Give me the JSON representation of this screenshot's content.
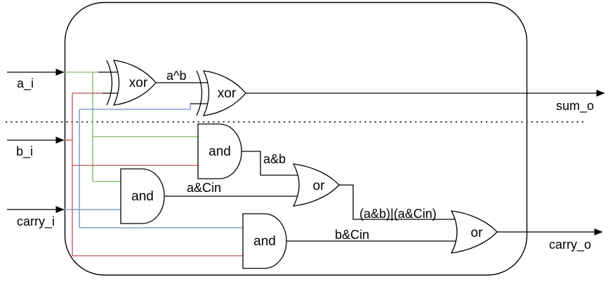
{
  "diagram": {
    "kind": "full-adder-logic-circuit",
    "inputs": [
      {
        "id": "a",
        "label": "a_i"
      },
      {
        "id": "b",
        "label": "b_i"
      },
      {
        "id": "carry",
        "label": "carry_i"
      }
    ],
    "outputs": [
      {
        "id": "sum",
        "label": "sum_o"
      },
      {
        "id": "carry_out",
        "label": "carry_o"
      }
    ],
    "gates": [
      {
        "id": "xor1",
        "type": "xor",
        "label": "xor"
      },
      {
        "id": "xor2",
        "type": "xor",
        "label": "xor"
      },
      {
        "id": "and1",
        "type": "and",
        "label": "and"
      },
      {
        "id": "and2",
        "type": "and",
        "label": "and"
      },
      {
        "id": "and3",
        "type": "and",
        "label": "and"
      },
      {
        "id": "or1",
        "type": "or",
        "label": "or"
      },
      {
        "id": "or2",
        "type": "or",
        "label": "or"
      }
    ],
    "signals": [
      {
        "id": "a_xor_b",
        "label": "a^b"
      },
      {
        "id": "a_and_b",
        "label": "a&b"
      },
      {
        "id": "a_and_cin",
        "label": "a&Cin"
      },
      {
        "id": "b_and_cin",
        "label": "b&Cin"
      },
      {
        "id": "or1_out",
        "label": "(a&b)|(a&Cin)"
      }
    ],
    "colors": {
      "a_wire": "#82B366",
      "b_wire": "#B85450",
      "carry_wire": "#6C8EBF",
      "black_wire": "#000000",
      "outline": "#000000"
    }
  }
}
